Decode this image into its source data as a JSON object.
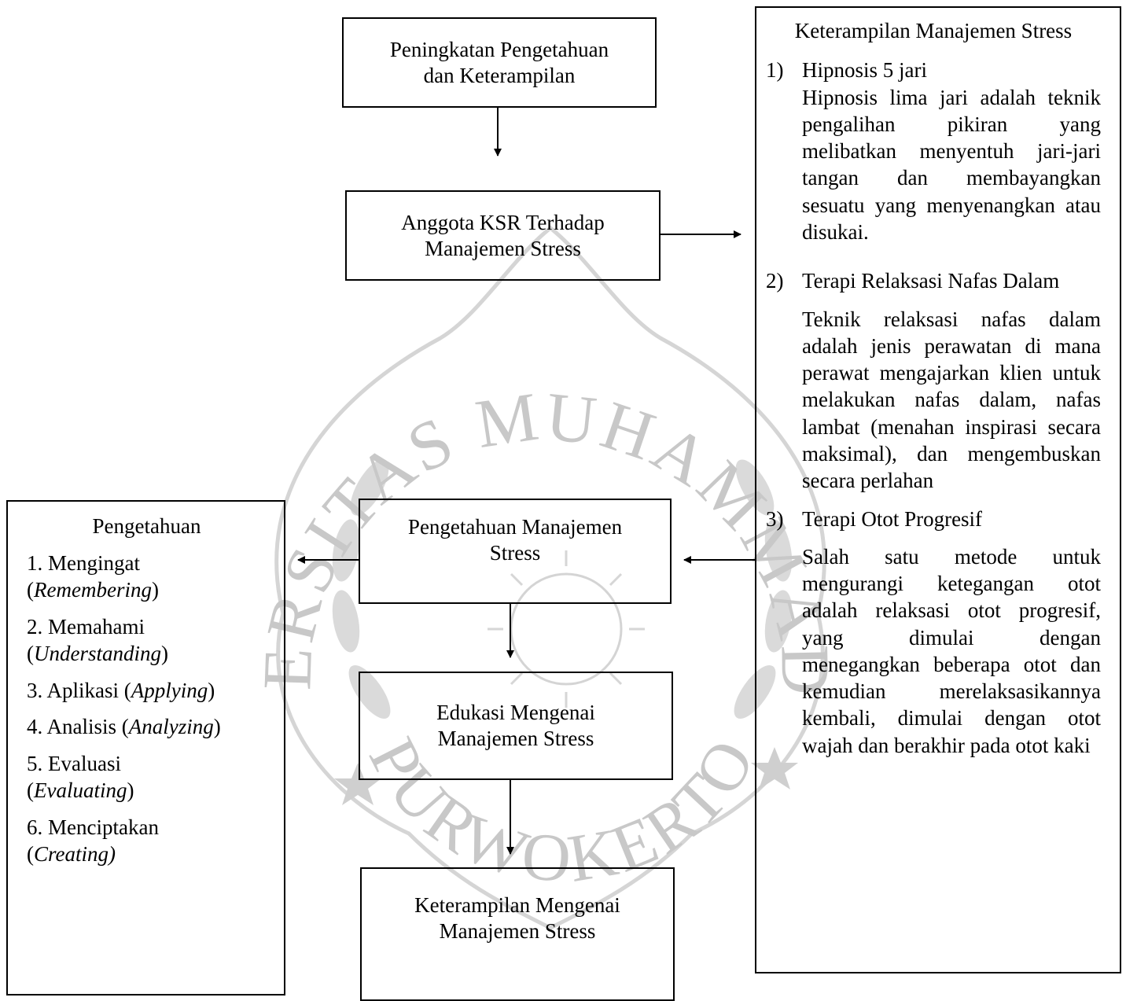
{
  "diagram": {
    "box_top": {
      "line1": "Peningkatan Pengetahuan",
      "line2": "dan Keterampilan"
    },
    "box_ksr": {
      "line1": "Anggota KSR Terhadap",
      "line2": "Manajemen Stress"
    },
    "box_pengetahuan_manajemen": {
      "line1": "Pengetahuan Manajemen",
      "line2": "Stress"
    },
    "box_edukasi": {
      "line1": "Edukasi Mengenai",
      "line2": "Manajemen Stress"
    },
    "box_keterampilan_mengenai": {
      "line1": "Keterampilan Mengenai",
      "line2": "Manajemen Stress"
    },
    "left_box": {
      "title": "Pengetahuan",
      "items": [
        {
          "text": "1. Mengingat",
          "paren_open": "(",
          "italic": "Remembering",
          "paren_close": ")"
        },
        {
          "text": "2. Memahami",
          "paren_open": "(",
          "italic": "Understanding",
          "paren_close": ")"
        },
        {
          "text": "3. Aplikasi (",
          "italic": "Applying",
          "paren_close": ")"
        },
        {
          "text": "4. Analisis (",
          "italic": "Analyzing",
          "paren_close": ")"
        },
        {
          "text": "5. Evaluasi",
          "paren_open": "(",
          "italic": "Evaluating",
          "paren_close": ")"
        },
        {
          "text": "6. Menciptakan",
          "paren_open": "(",
          "italic": "Creating)"
        }
      ]
    },
    "right_box": {
      "title": "Keterampilan Manajemen Stress",
      "items": [
        {
          "num": "1)",
          "heading": "Hipnosis 5 jari",
          "desc": "Hipnosis lima jari adalah teknik pengalihan pikiran yang melibatkan menyentuh jari-jari tangan dan membayangkan sesuatu yang menyenangkan atau disukai."
        },
        {
          "num": "2)",
          "heading": "Terapi Relaksasi Nafas Dalam",
          "desc": "Teknik relaksasi nafas dalam adalah jenis perawatan di mana perawat mengajarkan klien untuk melakukan nafas dalam, nafas lambat (menahan inspirasi secara maksimal), dan mengembuskan secara perlahan"
        },
        {
          "num": "3)",
          "heading": "Terapi Otot Progresif",
          "desc": "Salah satu metode untuk mengurangi ketegangan otot adalah relaksasi otot progresif, yang dimulai dengan menegangkan beberapa otot dan kemudian merelaksasikannya kembali, dimulai dengan otot wajah dan berakhir pada otot kaki"
        }
      ]
    },
    "watermark": {
      "top_text": "UNIVERSITAS MUHAMMADIYAH",
      "bottom_text": "PURWOKERTO",
      "color": "#c8c8c8"
    }
  }
}
